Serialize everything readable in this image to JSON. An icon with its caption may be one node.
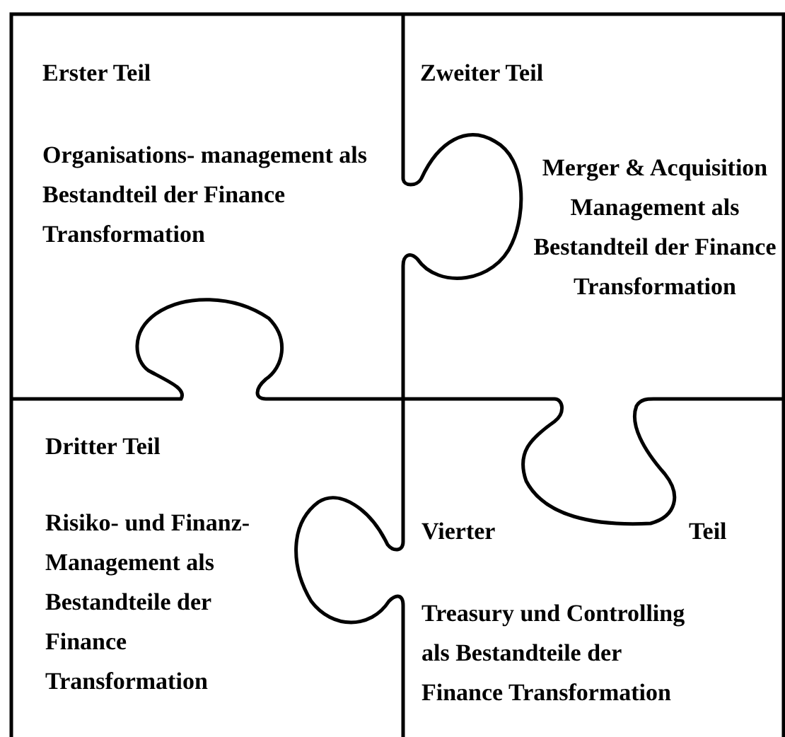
{
  "diagram": {
    "nodes": [
      {
        "text": [
          "Erster Teil",
          "Organisations- management als Bestandteil der Finance Transformation"
        ]
      },
      {
        "text": [
          "Zweiter Teil",
          "Merger & Acquisition Management als Bestandteil der Finance Transformation"
        ]
      },
      {
        "text": [
          "Dritter Teil",
          "Risiko- und Finanz- Management als Bestandteile der Finance Transformation"
        ]
      },
      {
        "text": [
          "Vierter",
          "Teil",
          "Treasury und Controlling als Bestandteile der Finance Transformation"
        ]
      }
    ]
  }
}
